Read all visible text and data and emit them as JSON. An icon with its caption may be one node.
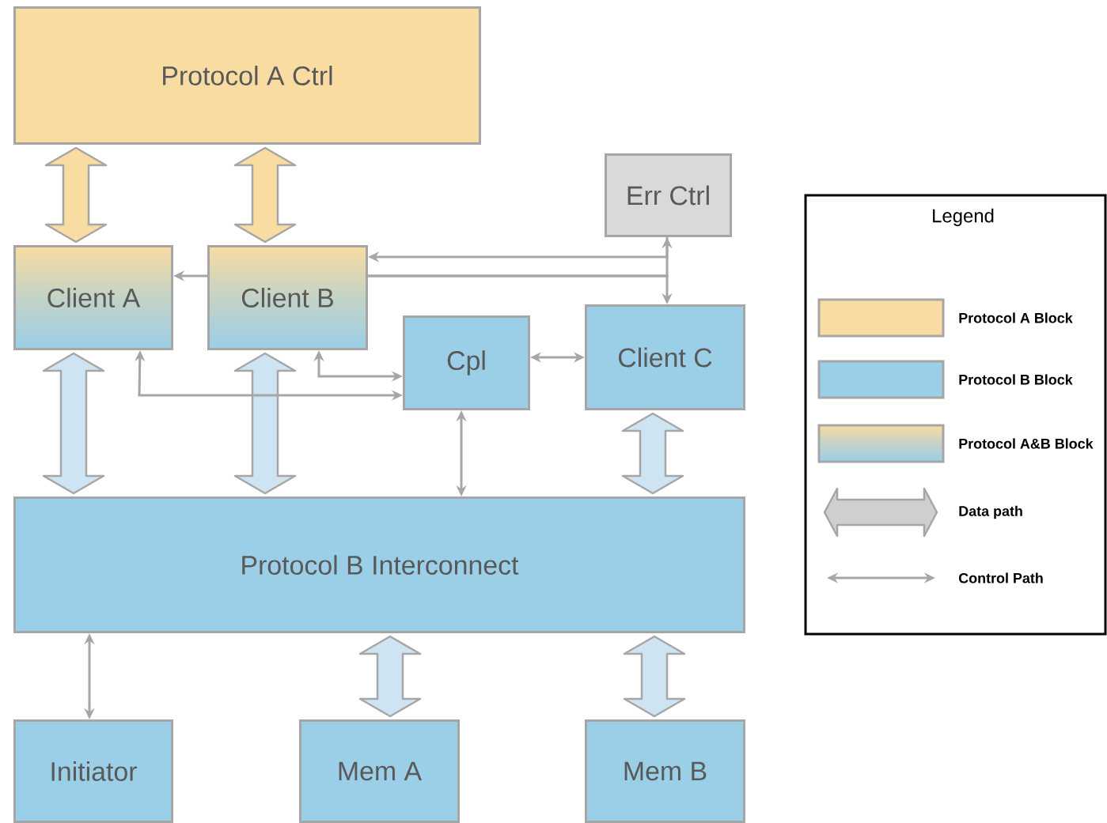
{
  "diagram": {
    "nodes": [
      {
        "text": [
          "Protocol A Ctrl"
        ]
      },
      {
        "text": [
          "Err Ctrl"
        ]
      },
      {
        "text": [
          "Client A"
        ]
      },
      {
        "text": [
          "Client B"
        ]
      },
      {
        "text": [
          "Cpl"
        ]
      },
      {
        "text": [
          "Client C"
        ]
      },
      {
        "text": [
          "Protocol B Interconnect"
        ]
      },
      {
        "text": [
          "Initiator"
        ]
      },
      {
        "text": [
          "Mem A"
        ]
      },
      {
        "text": [
          "Mem B"
        ]
      }
    ],
    "edges": [
      {
        "from": 0,
        "to": 2,
        "arrow": "both",
        "style": "thick",
        "color": "#f9dca1"
      },
      {
        "from": 0,
        "to": 3,
        "arrow": "both",
        "style": "thick",
        "color": "#f9dca1"
      },
      {
        "from": 2,
        "to": 6,
        "arrow": "both",
        "style": "thick",
        "color": "#cfe4f2"
      },
      {
        "from": 3,
        "to": 6,
        "arrow": "both",
        "style": "thick",
        "color": "#cfe4f2"
      },
      {
        "from": 5,
        "to": 6,
        "arrow": "both",
        "style": "thick",
        "color": "#cfe4f2"
      },
      {
        "from": 6,
        "to": 8,
        "arrow": "both",
        "style": "thick",
        "color": "#cfe4f2"
      },
      {
        "from": 6,
        "to": 9,
        "arrow": "both",
        "style": "thick",
        "color": "#cfe4f2"
      },
      {
        "from": 3,
        "to": 2,
        "arrow": "to"
      },
      {
        "from": 1,
        "to": 3,
        "arrow": "to"
      },
      {
        "from": 3,
        "to": 1,
        "arrow": "to"
      },
      {
        "from": 3,
        "to": 5,
        "arrow": "to"
      },
      {
        "from": 2,
        "to": 4,
        "arrow": "both"
      },
      {
        "from": 3,
        "to": 4,
        "arrow": "both"
      },
      {
        "from": 4,
        "to": 5,
        "arrow": "both"
      },
      {
        "from": 4,
        "to": 6,
        "arrow": "both"
      },
      {
        "from": 6,
        "to": 7,
        "arrow": "both"
      }
    ],
    "labels": [
      "Legend"
    ],
    "legend": [
      {
        "text": "Protocol A Block",
        "color": "#f9dca1"
      },
      {
        "text": "Protocol B Block",
        "color": "#9bcfe7"
      },
      {
        "text": "Protocol A&B Block"
      },
      {
        "text": "Data path"
      },
      {
        "text": "Control Path"
      }
    ]
  }
}
